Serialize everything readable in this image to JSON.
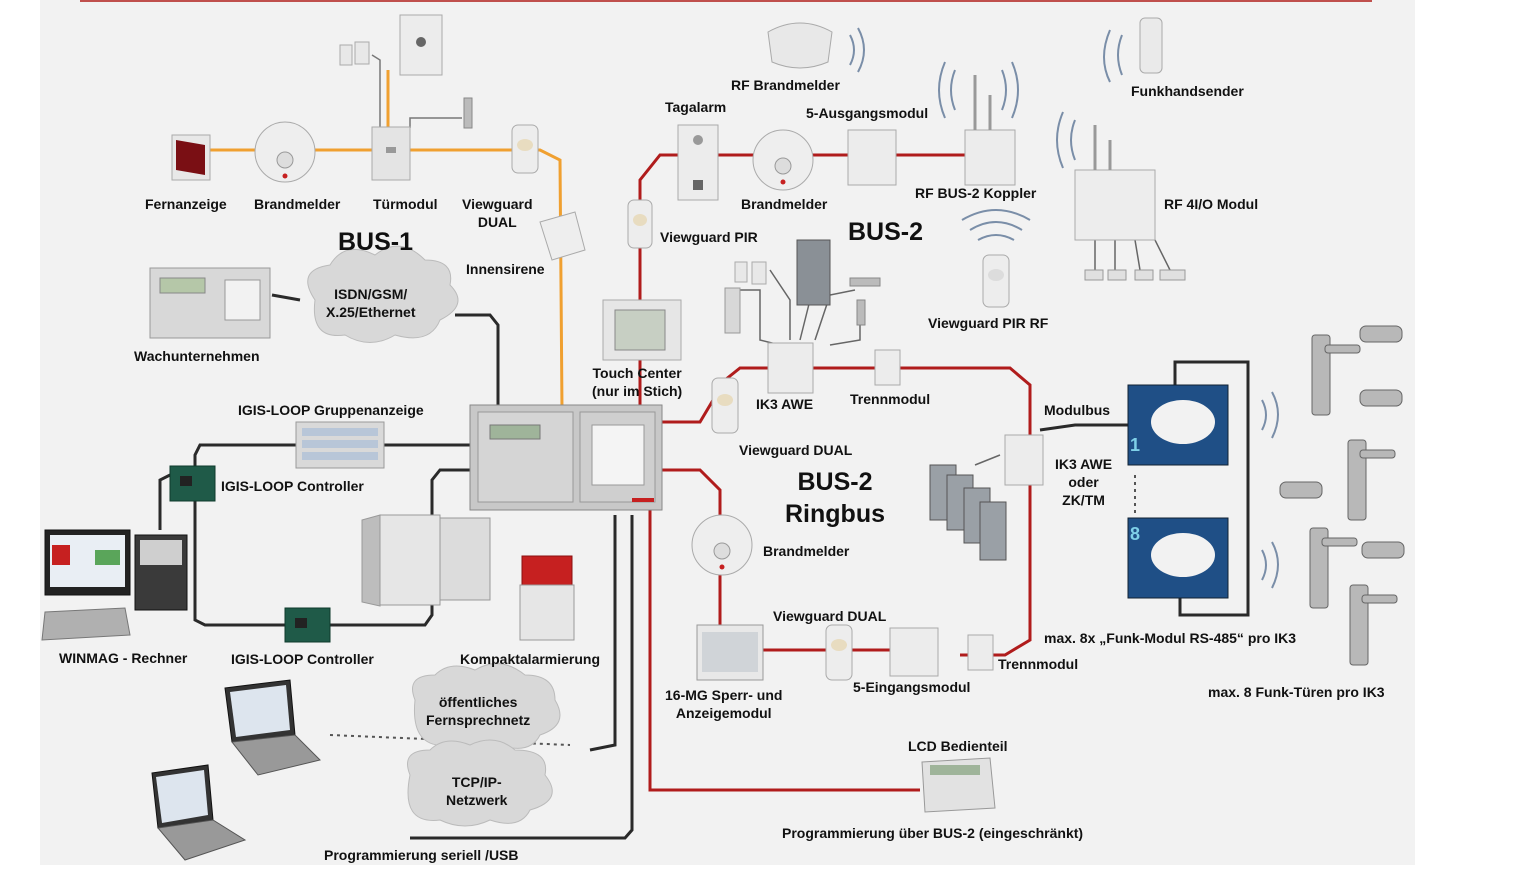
{
  "colors": {
    "bus1_line": "#f0a030",
    "bus2_line": "#b01c1c",
    "net_line": "#2a2a2a",
    "device_gray": "#d6d6d6",
    "panel_gray": "#c8c8c8",
    "sirene_red": "#c62020",
    "background": "#f2f2f2",
    "title_line": "#c0504d"
  },
  "bus_titles": {
    "bus1": "BUS-1",
    "bus2": "BUS-2",
    "bus2_ring_line1": "BUS-2",
    "bus2_ring_line2": "Ringbus"
  },
  "clouds": {
    "isdn_line1": "ISDN/GSM/",
    "isdn_line2": "X.25/Ethernet",
    "fern_line1": "öffentliches",
    "fern_line2": "Fernsprechnetz",
    "tcp_line1": "TCP/IP-",
    "tcp_line2": "Netzwerk"
  },
  "labels": {
    "fernanzeige": "Fernanzeige",
    "brandmelder_bus1": "Brandmelder",
    "tuermodul": "Türmodul",
    "viewguard_dual_l1": "Viewguard",
    "viewguard_dual_l2": "DUAL",
    "innensirene": "Innensirene",
    "wachunternehmen": "Wachunternehmen",
    "gruppenanzeige": "IGIS-LOOP Gruppenanzeige",
    "loop_controller_1": "IGIS-LOOP Controller",
    "loop_controller_2": "IGIS-LOOP Controller",
    "winmag": "WINMAG - Rechner",
    "kompaktalarmierung": "Kompaktalarmierung",
    "programmierung_usb": "Programmierung seriell /USB",
    "touch_center_l1": "Touch Center",
    "touch_center_l2": "(nur im Stich)",
    "tagalarm": "Tagalarm",
    "rf_brandmelder": "RF Brandmelder",
    "ausgangsmodul": "5-Ausgangsmodul",
    "brandmelder_bus2": "Brandmelder",
    "viewguard_pir": "Viewguard PIR",
    "rf_koppler": "RF BUS-2 Koppler",
    "funkhandsender": "Funkhandsender",
    "rf_io_modul": "RF 4I/O Modul",
    "viewguard_pir_rf": "Viewguard PIR RF",
    "ik3_awe": "IK3 AWE",
    "trennmodul_1": "Trennmodul",
    "viewguard_dual_ring": "Viewguard DUAL",
    "modulbus": "Modulbus",
    "ik3_awe_oder_l1": "IK3 AWE",
    "ik3_awe_oder_l2": "oder",
    "ik3_awe_oder_l3": "ZK/TM",
    "brandmelder_ring": "Brandmelder",
    "viewguard_dual_ring2": "Viewguard DUAL",
    "mg_l1": "16-MG Sperr- und",
    "mg_l2": "Anzeigemodul",
    "eingangsmodul": "5-Eingangsmodul",
    "trennmodul_2": "Trennmodul",
    "funk_modul": "max. 8x „Funk-Modul RS-485“ pro IK3",
    "funk_tueren": "max. 8 Funk-Türen pro IK3",
    "lcd_bedienteil": "LCD Bedienteil",
    "programmierung_bus2": "Programmierung über BUS-2 (eingeschränkt)",
    "module_num_1": "1",
    "module_num_8": "8"
  }
}
